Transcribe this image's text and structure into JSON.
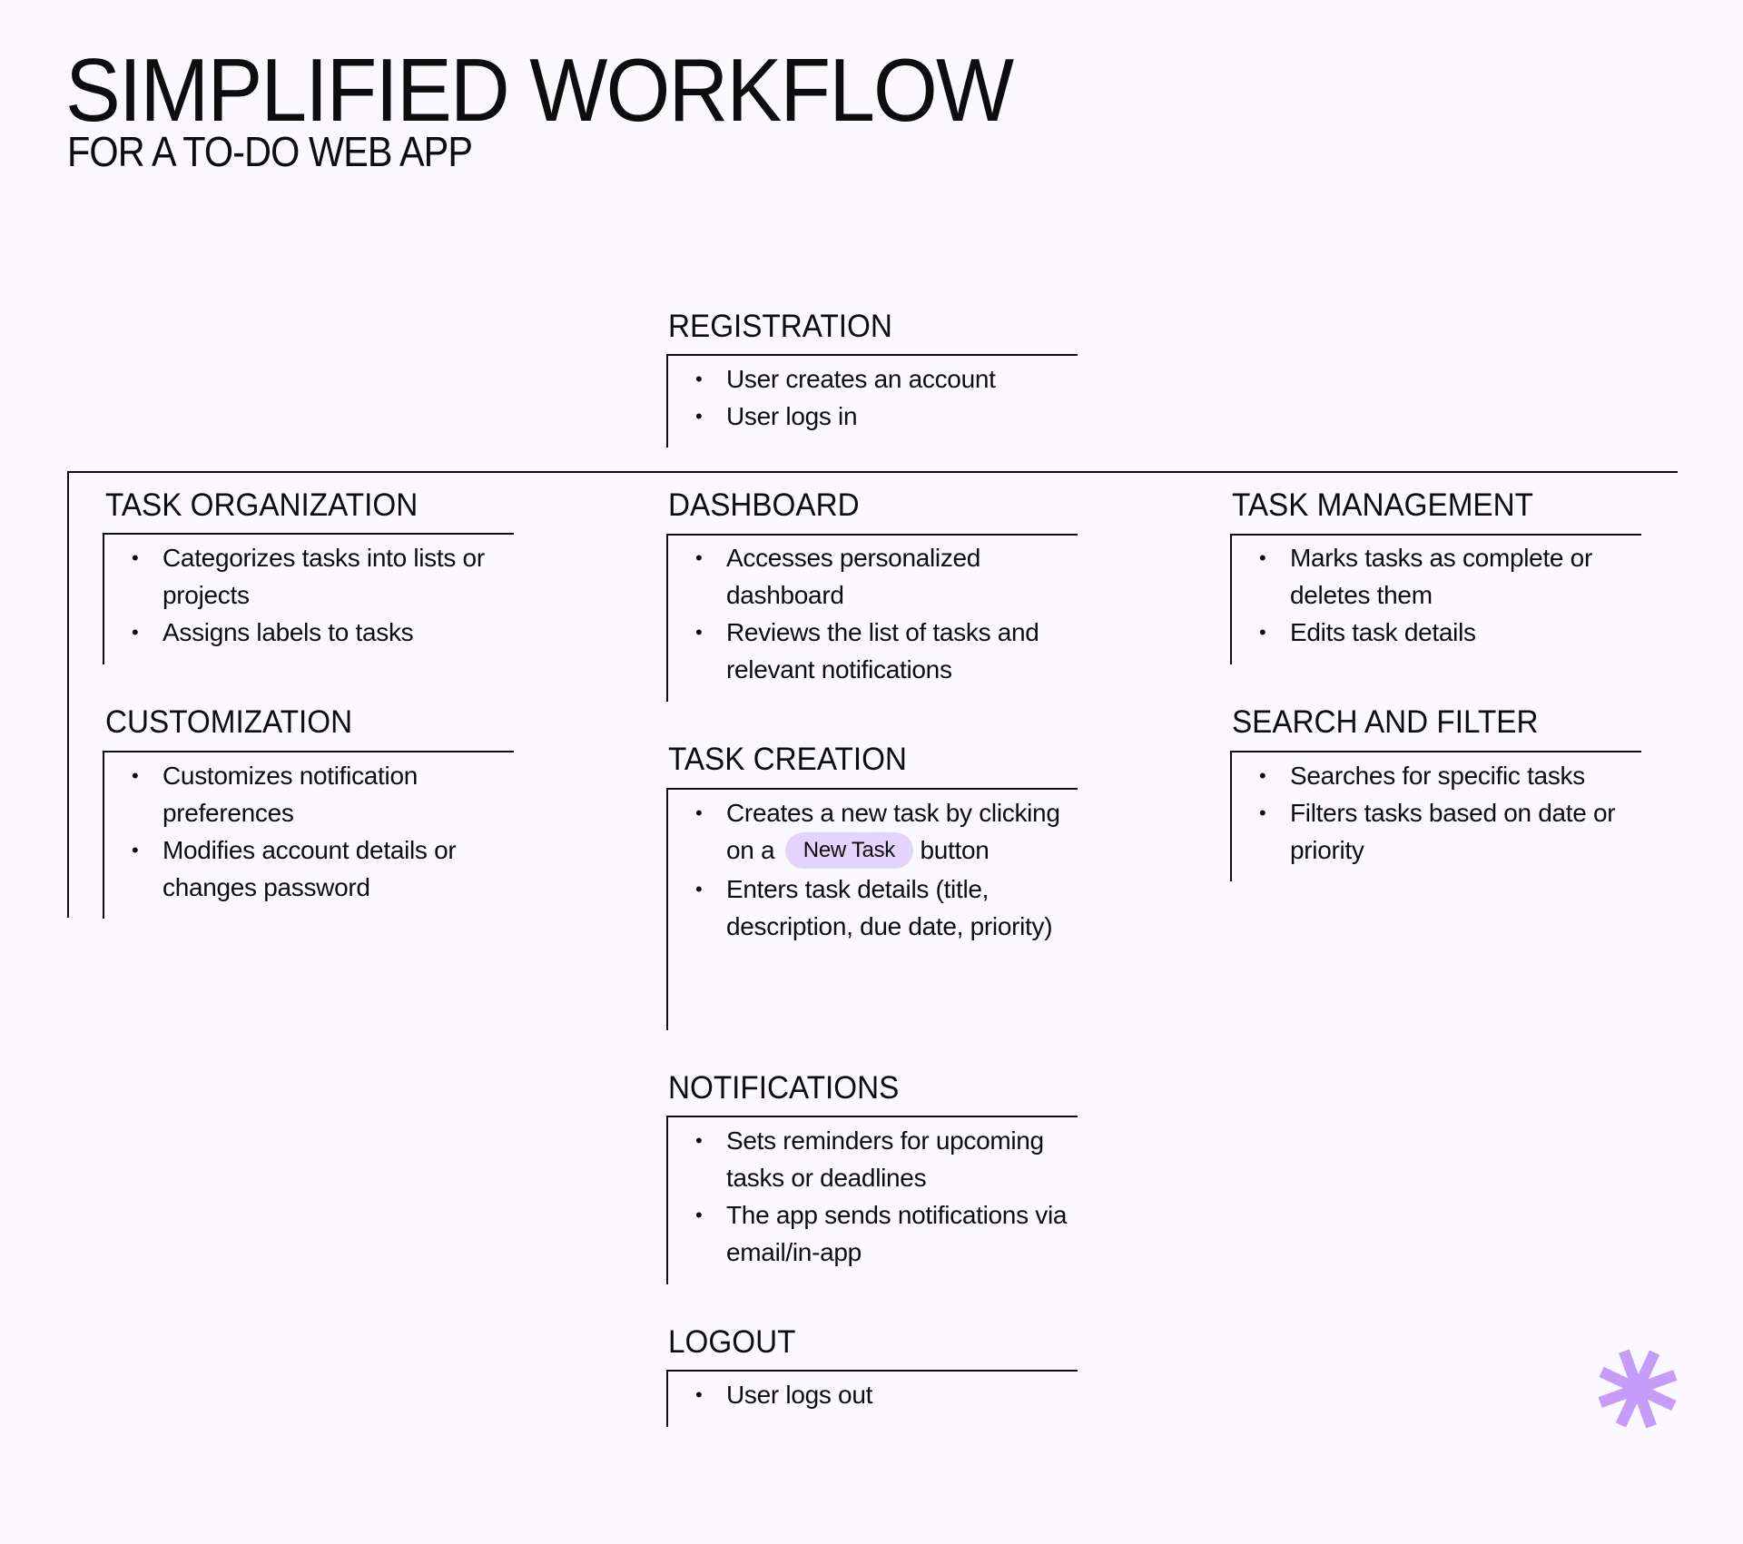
{
  "header": {
    "title": "SIMPLIFIED WORKFLOW",
    "subtitle": "FOR A TO-DO WEB APP"
  },
  "sections": {
    "registration": {
      "heading": "REGISTRATION",
      "items": [
        "User creates an account",
        "User logs in"
      ]
    },
    "task_organization": {
      "heading": "TASK ORGANIZATION",
      "items": [
        "Categorizes tasks into lists or projects",
        "Assigns labels to tasks"
      ]
    },
    "customization": {
      "heading": "CUSTOMIZATION",
      "items": [
        "Customizes notification preferences",
        "Modifies account details or changes password"
      ]
    },
    "dashboard": {
      "heading": "DASHBOARD",
      "items": [
        "Accesses personalized dashboard",
        "Reviews the list of tasks and relevant notifications"
      ]
    },
    "task_creation": {
      "heading": "TASK CREATION",
      "item1_before": "Creates a new task by clicking on a",
      "item1_button": "New Task",
      "item1_after": "button",
      "item2": "Enters task details (title, description, due date, priority)"
    },
    "notifications": {
      "heading": "NOTIFICATIONS",
      "items": [
        "Sets reminders for upcoming tasks or deadlines",
        "The app sends notifications via email/in-app"
      ]
    },
    "logout": {
      "heading": "LOGOUT",
      "items": [
        "User logs out"
      ]
    },
    "task_management": {
      "heading": "TASK MANAGEMENT",
      "items": [
        "Marks tasks as complete or deletes them",
        "Edits task details"
      ]
    },
    "search_filter": {
      "heading": "SEARCH AND FILTER",
      "items": [
        "Searches for specific tasks",
        "Filters tasks based on date or priority"
      ]
    }
  },
  "bullet": "•",
  "colors": {
    "background": "#fbf9ff",
    "text": "#0d0d0d",
    "pill": "#e4d3fd",
    "accent": "#c59cf9"
  },
  "icons": {
    "decoration": "asterisk-icon"
  }
}
